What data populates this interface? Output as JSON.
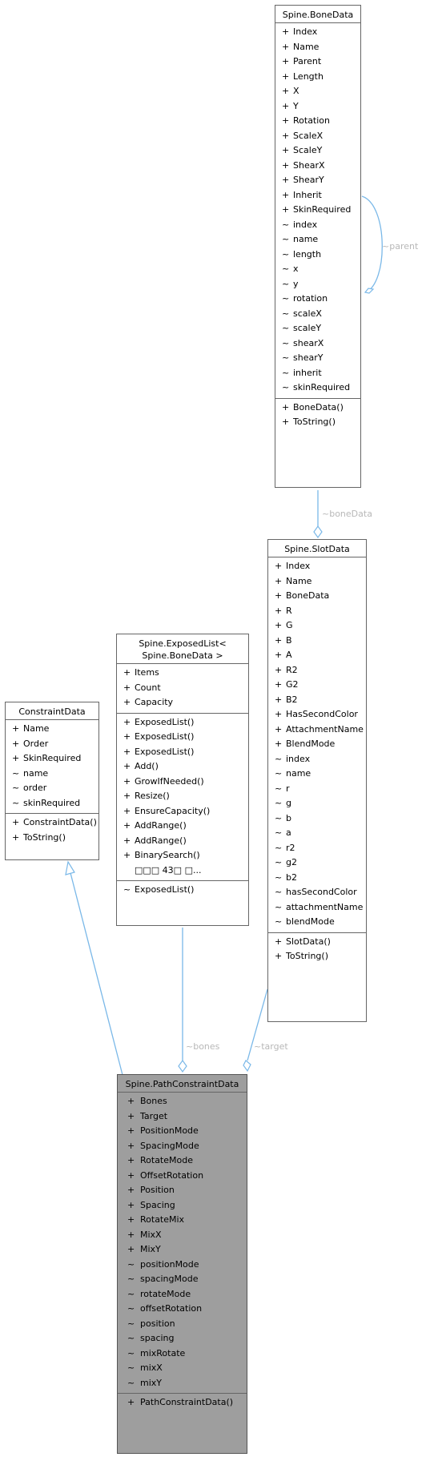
{
  "classes": {
    "boneData": {
      "title": [
        "Spine.BoneData"
      ],
      "attrs": [
        [
          "+",
          "Index"
        ],
        [
          "+",
          "Name"
        ],
        [
          "+",
          "Parent"
        ],
        [
          "+",
          "Length"
        ],
        [
          "+",
          "X"
        ],
        [
          "+",
          "Y"
        ],
        [
          "+",
          "Rotation"
        ],
        [
          "+",
          "ScaleX"
        ],
        [
          "+",
          "ScaleY"
        ],
        [
          "+",
          "ShearX"
        ],
        [
          "+",
          "ShearY"
        ],
        [
          "+",
          "Inherit"
        ],
        [
          "+",
          "SkinRequired"
        ],
        [
          "~",
          "index"
        ],
        [
          "~",
          "name"
        ],
        [
          "~",
          "length"
        ],
        [
          "~",
          "x"
        ],
        [
          "~",
          "y"
        ],
        [
          "~",
          "rotation"
        ],
        [
          "~",
          "scaleX"
        ],
        [
          "~",
          "scaleY"
        ],
        [
          "~",
          "shearX"
        ],
        [
          "~",
          "shearY"
        ],
        [
          "~",
          "inherit"
        ],
        [
          "~",
          "skinRequired"
        ]
      ],
      "methods": [
        [
          "+",
          "BoneData()"
        ],
        [
          "+",
          "ToString()"
        ]
      ]
    },
    "slotData": {
      "title": [
        "Spine.SlotData"
      ],
      "attrs": [
        [
          "+",
          "Index"
        ],
        [
          "+",
          "Name"
        ],
        [
          "+",
          "BoneData"
        ],
        [
          "+",
          "R"
        ],
        [
          "+",
          "G"
        ],
        [
          "+",
          "B"
        ],
        [
          "+",
          "A"
        ],
        [
          "+",
          "R2"
        ],
        [
          "+",
          "G2"
        ],
        [
          "+",
          "B2"
        ],
        [
          "+",
          "HasSecondColor"
        ],
        [
          "+",
          "AttachmentName"
        ],
        [
          "+",
          "BlendMode"
        ],
        [
          "~",
          "index"
        ],
        [
          "~",
          "name"
        ],
        [
          "~",
          "r"
        ],
        [
          "~",
          "g"
        ],
        [
          "~",
          "b"
        ],
        [
          "~",
          "a"
        ],
        [
          "~",
          "r2"
        ],
        [
          "~",
          "g2"
        ],
        [
          "~",
          "b2"
        ],
        [
          "~",
          "hasSecondColor"
        ],
        [
          "~",
          "attachmentName"
        ],
        [
          "~",
          "blendMode"
        ]
      ],
      "methods": [
        [
          "+",
          "SlotData()"
        ],
        [
          "+",
          "ToString()"
        ]
      ]
    },
    "exposedList": {
      "title": [
        "Spine.ExposedList<",
        "Spine.BoneData >"
      ],
      "attrs": [
        [
          "+",
          "Items"
        ],
        [
          "+",
          "Count"
        ],
        [
          "+",
          "Capacity"
        ]
      ],
      "methods": [
        [
          "+",
          "ExposedList()"
        ],
        [
          "+",
          "ExposedList()"
        ],
        [
          "+",
          "ExposedList()"
        ],
        [
          "+",
          "Add()"
        ],
        [
          "+",
          "GrowIfNeeded()"
        ],
        [
          "+",
          "Resize()"
        ],
        [
          "+",
          "EnsureCapacity()"
        ],
        [
          "+",
          "AddRange()"
        ],
        [
          "+",
          "AddRange()"
        ],
        [
          "+",
          "BinarySearch()"
        ],
        [
          "",
          "□□□ 43□ □..."
        ]
      ],
      "extra": [
        [
          "~",
          "ExposedList()"
        ]
      ]
    },
    "constraintData": {
      "title": [
        "ConstraintData"
      ],
      "attrs": [
        [
          "+",
          "Name"
        ],
        [
          "+",
          "Order"
        ],
        [
          "+",
          "SkinRequired"
        ],
        [
          "~",
          "name"
        ],
        [
          "~",
          "order"
        ],
        [
          "~",
          "skinRequired"
        ]
      ],
      "methods": [
        [
          "+",
          "ConstraintData()"
        ],
        [
          "+",
          "ToString()"
        ]
      ]
    },
    "pathConstraintData": {
      "title": [
        "Spine.PathConstraintData"
      ],
      "attrs": [
        [
          "+",
          "Bones"
        ],
        [
          "+",
          "Target"
        ],
        [
          "+",
          "PositionMode"
        ],
        [
          "+",
          "SpacingMode"
        ],
        [
          "+",
          "RotateMode"
        ],
        [
          "+",
          "OffsetRotation"
        ],
        [
          "+",
          "Position"
        ],
        [
          "+",
          "Spacing"
        ],
        [
          "+",
          "RotateMix"
        ],
        [
          "+",
          "MixX"
        ],
        [
          "+",
          "MixY"
        ],
        [
          "~",
          "positionMode"
        ],
        [
          "~",
          "spacingMode"
        ],
        [
          "~",
          "rotateMode"
        ],
        [
          "~",
          "offsetRotation"
        ],
        [
          "~",
          "position"
        ],
        [
          "~",
          "spacing"
        ],
        [
          "~",
          "mixRotate"
        ],
        [
          "~",
          "mixX"
        ],
        [
          "~",
          "mixY"
        ]
      ],
      "methods": [
        [
          "+",
          "PathConstraintData()"
        ]
      ]
    }
  },
  "edge_labels": {
    "parent": "~parent",
    "boneData": "~boneData",
    "bones": "~bones",
    "target": "~target"
  },
  "colors": {
    "edge": "#7ab8e8",
    "highlight_fill": "#9e9e9e",
    "label": "#b8b8b8"
  }
}
